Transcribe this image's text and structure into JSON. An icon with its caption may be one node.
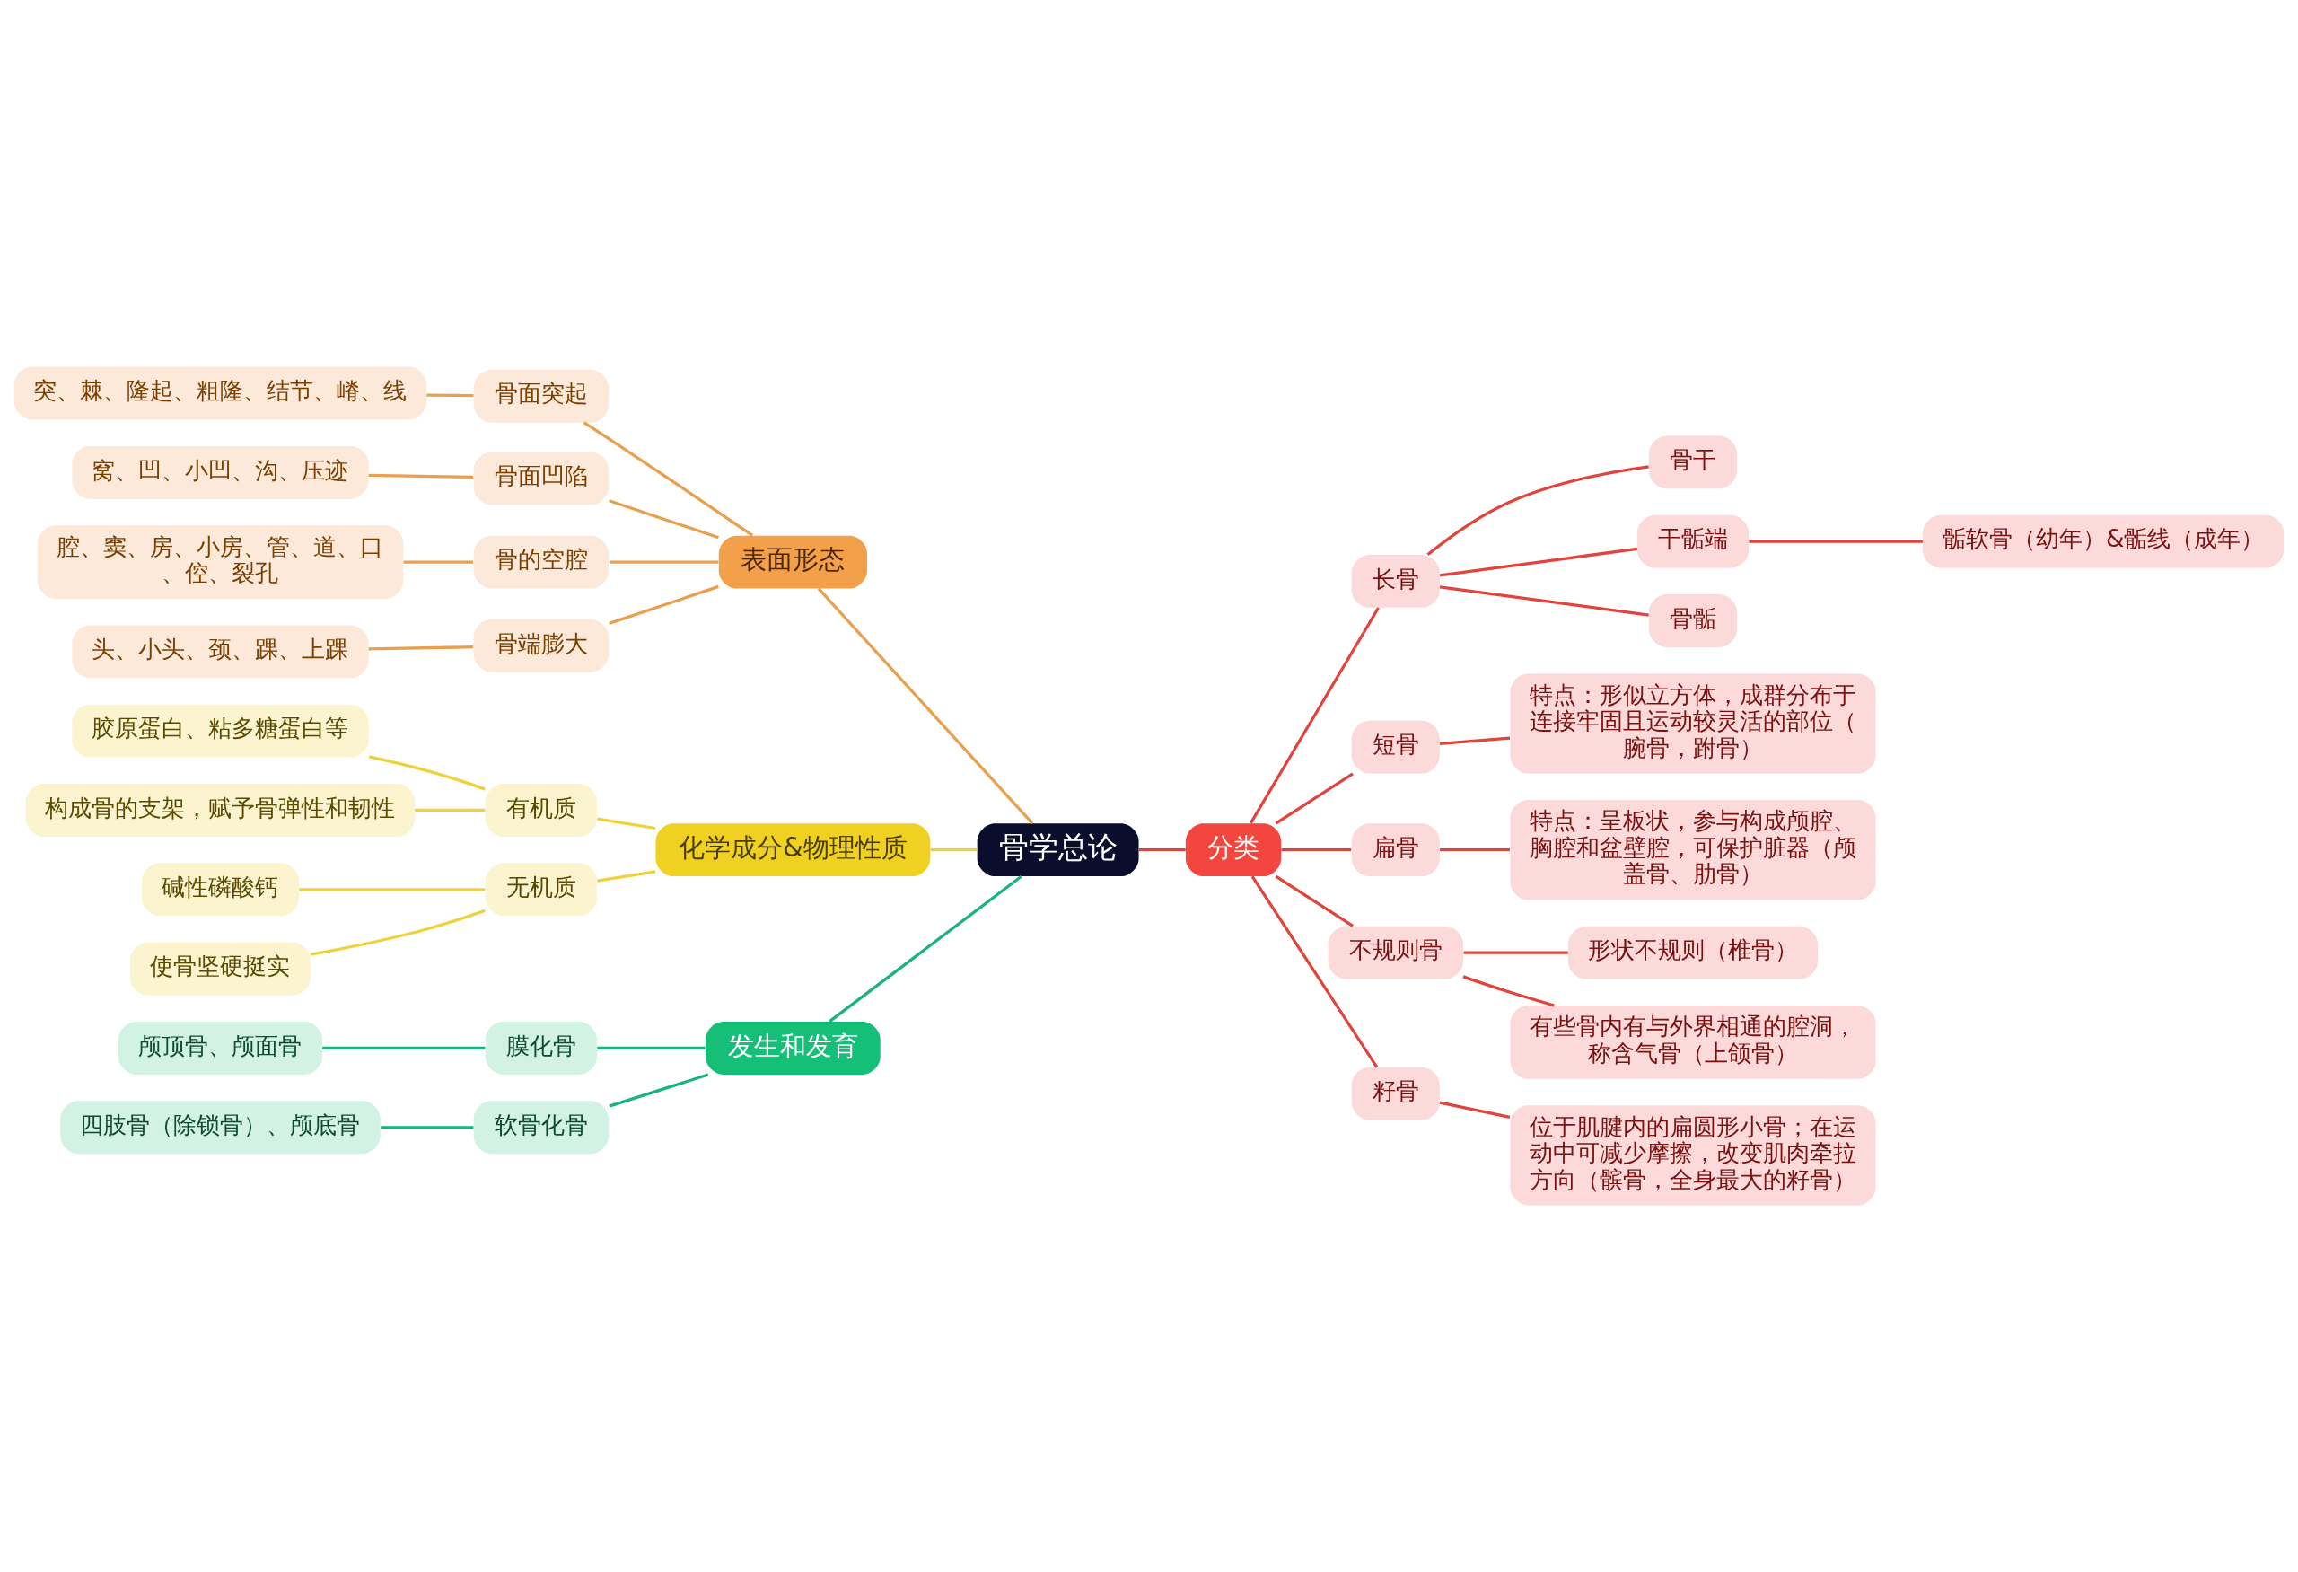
{
  "diagram": {
    "nodes": [
      {
        "text": [
          "骨学总论"
        ]
      },
      {
        "text": [
          "表面形态"
        ]
      },
      {
        "text": [
          "骨面突起"
        ]
      },
      {
        "text": [
          "突、棘、隆起、粗隆、结节、嵴、线"
        ]
      },
      {
        "text": [
          "骨面凹陷"
        ]
      },
      {
        "text": [
          "窝、凹、小凹、沟、压迹"
        ]
      },
      {
        "text": [
          "骨的空腔"
        ]
      },
      {
        "text": [
          "腔、窦、房、小房、管、道、口、倥、裂孔"
        ]
      },
      {
        "text": [
          "骨端膨大"
        ]
      },
      {
        "text": [
          "头、小头、颈、踝、上踝"
        ]
      },
      {
        "text": [
          "化学成分&物理性质"
        ]
      },
      {
        "text": [
          "有机质"
        ]
      },
      {
        "text": [
          "胶原蛋白、粘多糖蛋白等"
        ]
      },
      {
        "text": [
          "构成骨的支架，赋予骨弹性和韧性"
        ]
      },
      {
        "text": [
          "无机质"
        ]
      },
      {
        "text": [
          "碱性磷酸钙"
        ]
      },
      {
        "text": [
          "使骨坚硬挺实"
        ]
      },
      {
        "text": [
          "发生和发育"
        ]
      },
      {
        "text": [
          "膜化骨"
        ]
      },
      {
        "text": [
          "颅顶骨、颅面骨"
        ]
      },
      {
        "text": [
          "软骨化骨"
        ]
      },
      {
        "text": [
          "四肢骨（除锁骨）、颅底骨"
        ]
      },
      {
        "text": [
          "分类"
        ]
      },
      {
        "text": [
          "长骨"
        ]
      },
      {
        "text": [
          "骨干"
        ]
      },
      {
        "text": [
          "干骺端"
        ]
      },
      {
        "text": [
          "骺软骨（幼年）&骺线（成年）"
        ]
      },
      {
        "text": [
          "骨骺"
        ]
      },
      {
        "text": [
          "短骨"
        ]
      },
      {
        "text": [
          "特点：形似立方体，成群分布于连接牢固且运动较灵活的部位（腕骨，跗骨）"
        ]
      },
      {
        "text": [
          "扁骨"
        ]
      },
      {
        "text": [
          "特点：呈板状，参与构成颅腔、胸腔和盆壁腔，可保护脏器（颅盖骨、肋骨）"
        ]
      },
      {
        "text": [
          "不规则骨"
        ]
      },
      {
        "text": [
          "形状不规则（椎骨）"
        ]
      },
      {
        "text": [
          "有些骨内有与外界相通的腔洞，称含气骨（上颌骨）"
        ]
      },
      {
        "text": [
          "籽骨"
        ]
      },
      {
        "text": [
          "位于肌腱内的扁圆形小骨；在运动中可减少摩擦，改变肌肉牵拉方向（髌骨，全身最大的籽骨）"
        ]
      }
    ],
    "edges": [
      {
        "from": 0,
        "to": 1,
        "arrow": "none",
        "color": "#e9a04e"
      },
      {
        "from": 1,
        "to": 2,
        "arrow": "none",
        "color": "#e9a04e"
      },
      {
        "from": 2,
        "to": 3,
        "arrow": "none",
        "color": "#e9a04e"
      },
      {
        "from": 1,
        "to": 4,
        "arrow": "none",
        "color": "#e9a04e"
      },
      {
        "from": 4,
        "to": 5,
        "arrow": "none",
        "color": "#e9a04e"
      },
      {
        "from": 1,
        "to": 6,
        "arrow": "none",
        "color": "#e9a04e"
      },
      {
        "from": 6,
        "to": 7,
        "arrow": "none",
        "color": "#e9a04e"
      },
      {
        "from": 1,
        "to": 8,
        "arrow": "none",
        "color": "#e9a04e"
      },
      {
        "from": 8,
        "to": 9,
        "arrow": "none",
        "color": "#e9a04e"
      },
      {
        "from": 0,
        "to": 10,
        "arrow": "none",
        "color": "#efd23a"
      },
      {
        "from": 10,
        "to": 11,
        "arrow": "none",
        "color": "#efd23a"
      },
      {
        "from": 11,
        "to": 12,
        "arrow": "none",
        "color": "#efd23a"
      },
      {
        "from": 11,
        "to": 13,
        "arrow": "none",
        "color": "#efd23a"
      },
      {
        "from": 10,
        "to": 14,
        "arrow": "none",
        "color": "#efd23a"
      },
      {
        "from": 14,
        "to": 15,
        "arrow": "none",
        "color": "#efd23a"
      },
      {
        "from": 14,
        "to": 16,
        "arrow": "none",
        "color": "#efd23a"
      },
      {
        "from": 0,
        "to": 17,
        "arrow": "none",
        "color": "#1ab47a"
      },
      {
        "from": 17,
        "to": 18,
        "arrow": "none",
        "color": "#1ab47a"
      },
      {
        "from": 18,
        "to": 19,
        "arrow": "none",
        "color": "#1ab47a"
      },
      {
        "from": 17,
        "to": 20,
        "arrow": "none",
        "color": "#1ab47a"
      },
      {
        "from": 20,
        "to": 21,
        "arrow": "none",
        "color": "#1ab47a"
      },
      {
        "from": 0,
        "to": 22,
        "arrow": "none",
        "color": "#e0443c"
      },
      {
        "from": 22,
        "to": 23,
        "arrow": "none",
        "color": "#e0443c"
      },
      {
        "from": 23,
        "to": 24,
        "arrow": "none",
        "color": "#e0443c"
      },
      {
        "from": 23,
        "to": 25,
        "arrow": "none",
        "color": "#e0443c"
      },
      {
        "from": 25,
        "to": 26,
        "arrow": "none",
        "color": "#e0443c"
      },
      {
        "from": 23,
        "to": 27,
        "arrow": "none",
        "color": "#e0443c"
      },
      {
        "from": 22,
        "to": 28,
        "arrow": "none",
        "color": "#e0443c"
      },
      {
        "from": 28,
        "to": 29,
        "arrow": "none",
        "color": "#e0443c"
      },
      {
        "from": 22,
        "to": 30,
        "arrow": "none",
        "color": "#e0443c"
      },
      {
        "from": 30,
        "to": 31,
        "arrow": "none",
        "color": "#e0443c"
      },
      {
        "from": 22,
        "to": 32,
        "arrow": "none",
        "color": "#e0443c"
      },
      {
        "from": 32,
        "to": 33,
        "arrow": "none",
        "color": "#e0443c"
      },
      {
        "from": 32,
        "to": 34,
        "arrow": "none",
        "color": "#e0443c"
      },
      {
        "from": 22,
        "to": 35,
        "arrow": "none",
        "color": "#e0443c"
      },
      {
        "from": 35,
        "to": 36,
        "arrow": "none",
        "color": "#e0443c"
      }
    ]
  }
}
